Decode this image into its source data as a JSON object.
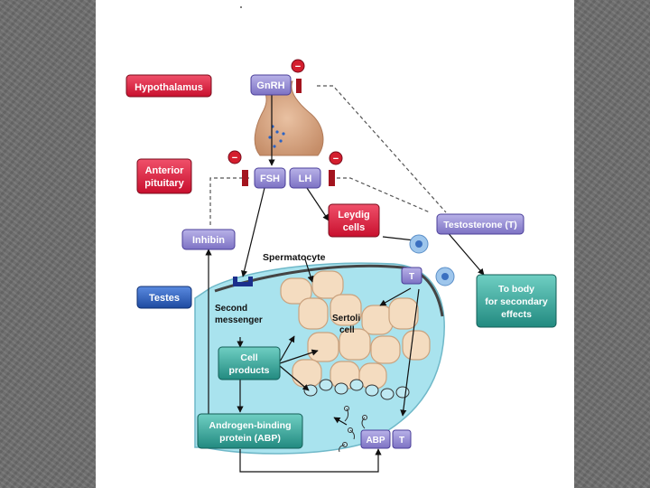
{
  "labels": {
    "hypothalamus": "Hypothalamus",
    "anterior_pituitary_1": "Anterior",
    "anterior_pituitary_2": "pituitary",
    "testes": "Testes",
    "gnrh": "GnRH",
    "fsh": "FSH",
    "lh": "LH",
    "leydig_1": "Leydig",
    "leydig_2": "cells",
    "testosterone": "Testosterone (T)",
    "inhibin": "Inhibin",
    "spermatocyte": "Spermatocyte",
    "t_small": "T",
    "to_body_1": "To body",
    "to_body_2": "for secondary",
    "to_body_3": "effects",
    "second_messenger_1": "Second",
    "second_messenger_2": "messenger",
    "sertoli_1": "Sertoli",
    "sertoli_2": "cell",
    "cell_products_1": "Cell",
    "cell_products_2": "products",
    "abp_1": "Androgen-binding",
    "abp_2": "protein (ABP)",
    "abp_box": "ABP",
    "abp_t": "T",
    "minus": "−"
  },
  "colors": {
    "red_box": "#e0203a",
    "purple_box": "#8f86cf",
    "blue_box": "#2f5fb8",
    "teal_box": "#2fa095",
    "cell_fill": "#a9e3ee",
    "sertoli_fill": "#f4dcc0",
    "pituitary_fill": "#d9a988",
    "inhibitor_bar": "#a3141e"
  }
}
